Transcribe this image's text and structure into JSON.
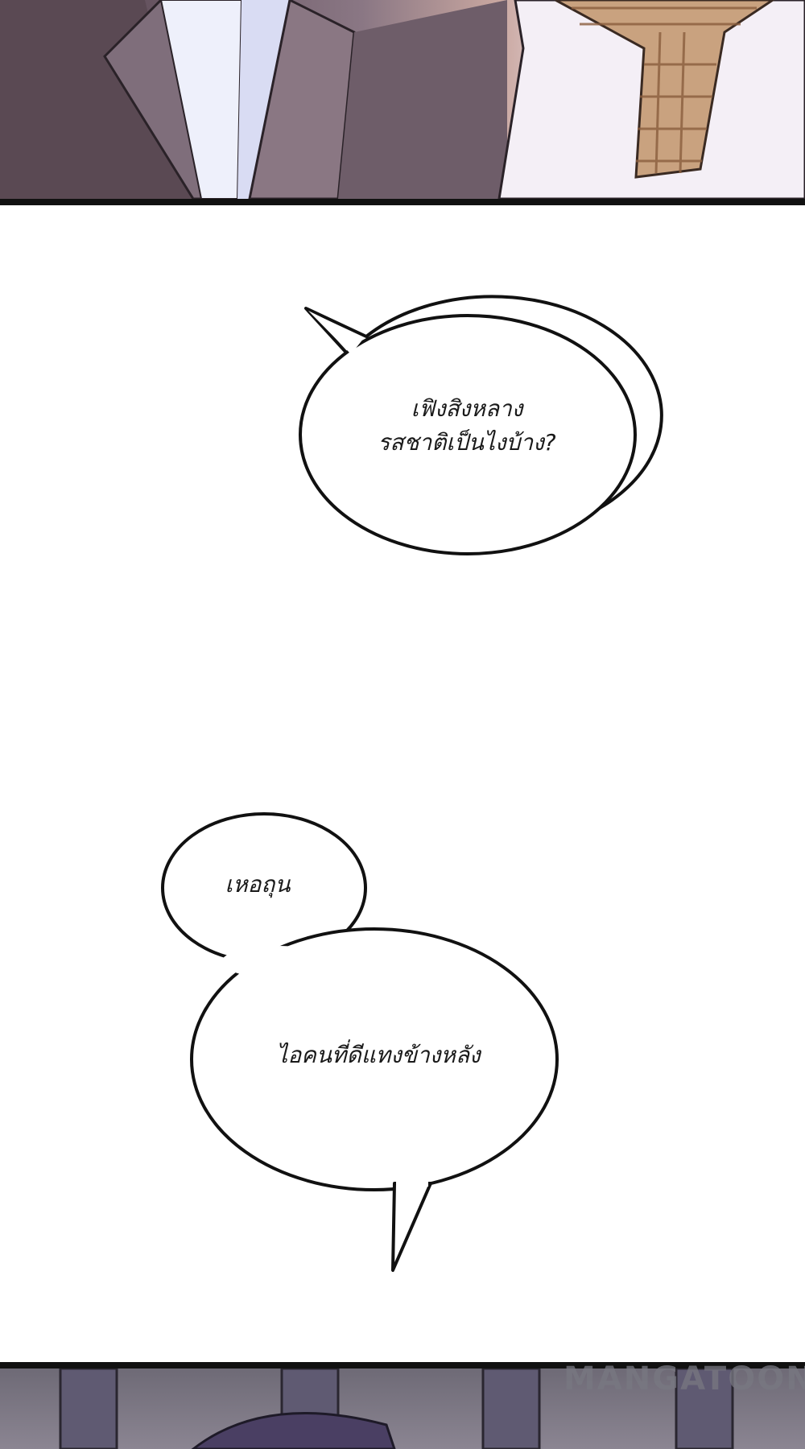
{
  "bubbles": {
    "first": {
      "line1": "เฟิงสิงหลาง",
      "line2": "รสชาติเป็นไงบ้าง?"
    },
    "second_small": {
      "text": "เหอถุน"
    },
    "second_large": {
      "text": "ไอคนที่ดีแทงข้างหลัง"
    }
  },
  "watermark": {
    "text": "MANGATOON"
  },
  "colors": {
    "page_background": "#ffffff",
    "panel_border": "#111111",
    "bubble_fill": "#ffffff",
    "bubble_outline": "#111111"
  }
}
